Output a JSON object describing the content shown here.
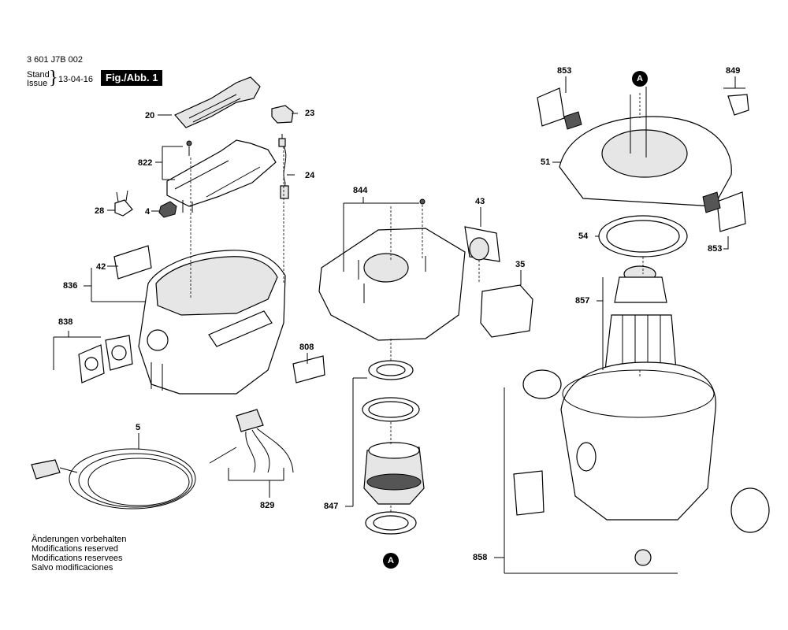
{
  "header": {
    "doc_number": "3 601 J7B 002",
    "stand": "Stand",
    "issue": "Issue",
    "date": "13-04-16",
    "figure": "Fig./Abb. 1"
  },
  "labels": {
    "p20": "20",
    "p23": "23",
    "p822": "822",
    "p24": "24",
    "p28": "28",
    "p4": "4",
    "p42": "42",
    "p836": "836",
    "p838": "838",
    "p808": "808",
    "p5": "5",
    "p829": "829",
    "p844": "844",
    "p43": "43",
    "p35": "35",
    "p847": "847",
    "p853a": "853",
    "p849": "849",
    "p51": "51",
    "p54": "54",
    "p853b": "853",
    "p857": "857",
    "p858": "858"
  },
  "markers": {
    "a_top": "A",
    "a_bottom": "A"
  },
  "footer": {
    "line1": "Änderungen vorbehalten",
    "line2": "Modifications reserved",
    "line3": "Modifications reservees",
    "line4": "Salvo modificaciones"
  }
}
